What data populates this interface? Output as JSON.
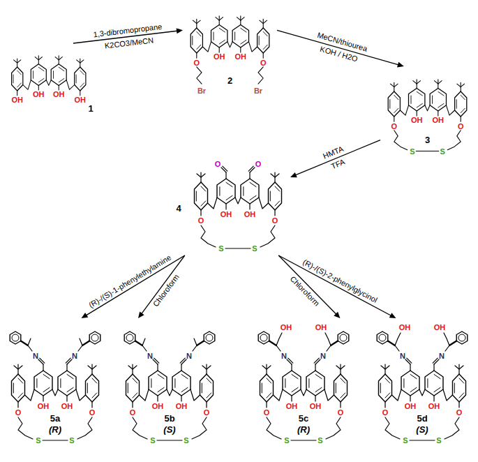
{
  "diagram": {
    "nodes": [
      {
        "text": [
          "1"
        ]
      },
      {
        "text": [
          "2"
        ]
      },
      {
        "text": [
          "3"
        ]
      },
      {
        "text": [
          "4"
        ]
      },
      {
        "text": [
          "5a",
          "(R)"
        ]
      },
      {
        "text": [
          "5b",
          "(S)"
        ]
      },
      {
        "text": [
          "5c",
          "(R)"
        ]
      },
      {
        "text": [
          "5d",
          "(S)"
        ]
      }
    ],
    "edges": [
      {
        "from": 0,
        "to": 1,
        "arrow": "to",
        "label": "1,3-dibromopropane"
      },
      {
        "from": 1,
        "to": 2,
        "arrow": "to",
        "label": "MeCN/thiourea"
      },
      {
        "from": 2,
        "to": 3,
        "arrow": "to",
        "label": "HMTA"
      },
      {
        "from": 3,
        "to": 4,
        "arrow": "to",
        "label": "(R)-/(S)-1-phenylethylamine"
      },
      {
        "from": 3,
        "to": 5,
        "arrow": "to"
      },
      {
        "from": 3,
        "to": 6,
        "arrow": "to"
      },
      {
        "from": 3,
        "to": 7,
        "arrow": "to",
        "label": "(R)-/(S)-2-phenylglycinol"
      }
    ],
    "labels": [
      "K2CO3/MeCN",
      "KOH / H2O",
      "TFA",
      "Chloroform",
      "Chloroform",
      "OH",
      "OH",
      "OH",
      "OH",
      "O",
      "OH",
      "OH",
      "O",
      "Br",
      "Br",
      "O",
      "OH",
      "OH",
      "O",
      "S",
      "S",
      "O",
      "O",
      "O",
      "OH",
      "OH",
      "O",
      "S",
      "S",
      "N",
      "N",
      "O",
      "OH",
      "OH",
      "O",
      "S",
      "S",
      "N",
      "N",
      "O",
      "OH",
      "OH",
      "O",
      "S",
      "S",
      "OH",
      "OH",
      "N",
      "N",
      "O",
      "OH",
      "OH",
      "O",
      "S",
      "S",
      "OH",
      "OH",
      "N",
      "N",
      "O",
      "OH",
      "OH",
      "O",
      "S",
      "S"
    ]
  }
}
